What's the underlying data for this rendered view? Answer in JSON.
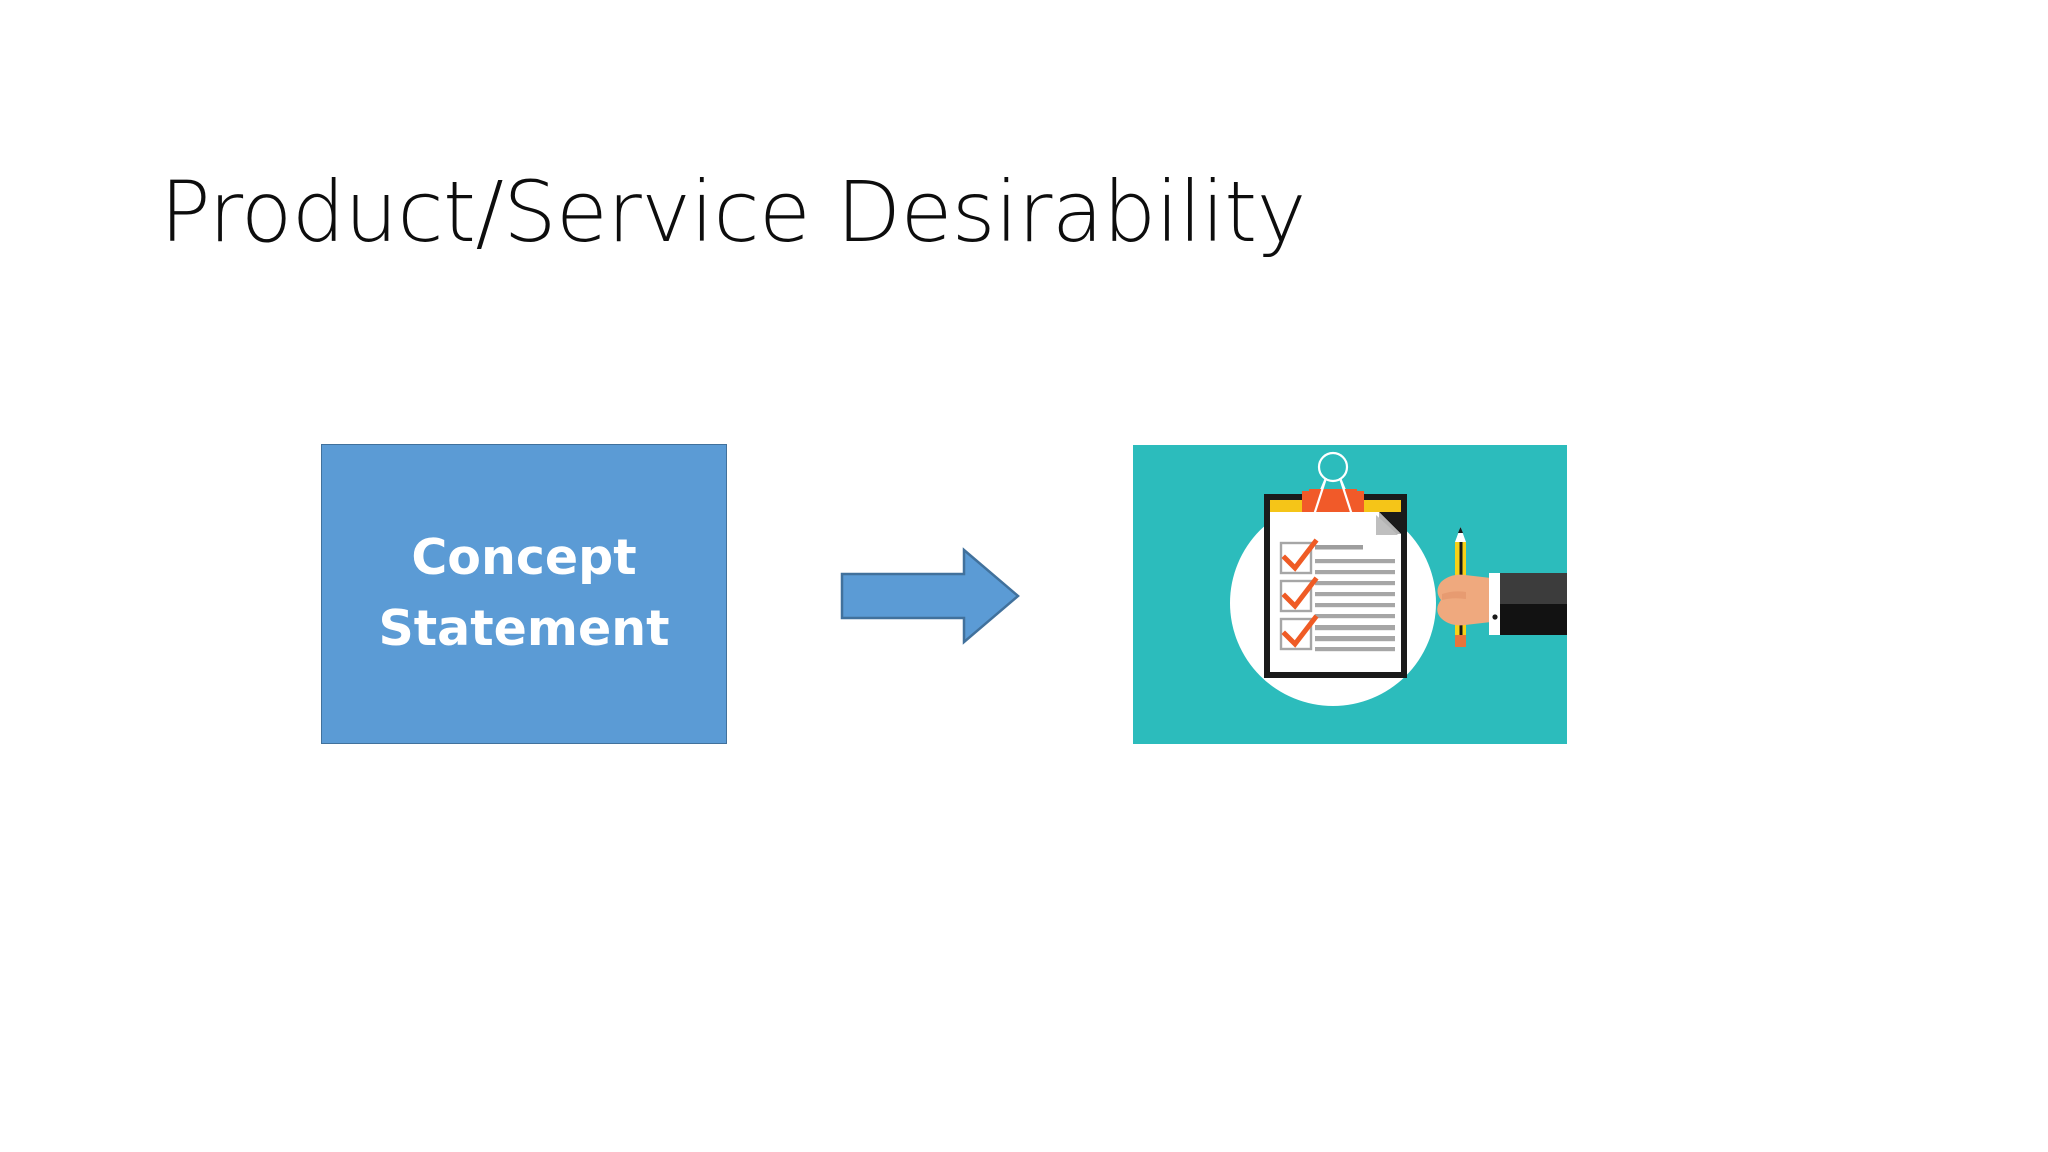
{
  "slide": {
    "title": "Product/Service Desirability",
    "background_color": "#ffffff"
  },
  "concept_box": {
    "label": "Concept\nStatement",
    "fill_color": "#5B9BD5",
    "border_color": "#41719C",
    "text_color": "#FFFFFF"
  },
  "arrow": {
    "icon_name": "right-arrow-icon",
    "direction": "right",
    "fill_color": "#5B9BD5",
    "border_color": "#41719C"
  },
  "illustration": {
    "icon_name": "clipboard-checklist-icon",
    "alt": "Hand with pencil checking off a clipboard checklist",
    "background_color": "#2CBCBC",
    "circle_color": "#FFFFFF",
    "clipboard_board_color": "#1A1A1A",
    "clipboard_strip_color": "#F5C518",
    "clip_color": "#F15A29",
    "clip_wire_color": "#FFFFFF",
    "paper_color": "#FFFFFF",
    "folded_corner_color": "#B3B3B3",
    "check_color": "#EF5B25",
    "checkbox_border_color": "#A6A6A6",
    "text_line_color": "#A6A6A6",
    "heading_line_color": "#9E9E9E",
    "checkbox_count": 3,
    "text_line_count": 11,
    "pencil_body_color": "#F7D117",
    "pencil_stripe_color": "#1A1A1A",
    "pencil_tip_color": "#FFFFFF",
    "pencil_point_color": "#1A1A1A",
    "pencil_eraser_color": "#E8743B",
    "hand_color": "#EFA97E",
    "hand_shadow_color": "#E08E63",
    "cuff_color": "#FFFFFF",
    "sleeve_top_color": "#3C3C3C",
    "sleeve_bottom_color": "#121212",
    "button_color": "#1A1A1A"
  }
}
